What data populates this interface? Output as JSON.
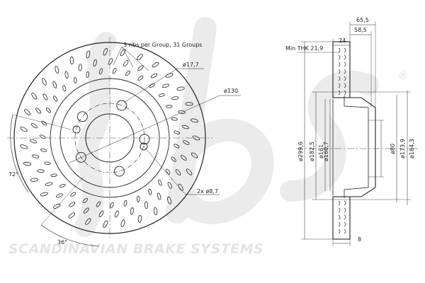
{
  "watermark": {
    "company": "SCANDINAVIAN BRAKE SYSTEMS",
    "logo": "sbs",
    "registered_mark": "®",
    "color": "#e4e4e4"
  },
  "front_view": {
    "ribs_note": "3 ribs per Group, 31 Groups",
    "hole_dia": "ø17,7",
    "pcd": "ø130",
    "small_holes": "2x  ø8,7",
    "angle_72": "72°",
    "angle_36": "36°"
  },
  "side_view": {
    "min_thk": "Min THK  21,9",
    "dim_65_5": "65,5",
    "dim_58_5": "58,5",
    "dim_24": "24",
    "dim_8": "8",
    "d_299_6": "ø299,6",
    "d_182_5": "ø182,5",
    "d_161": "ø161",
    "d_160_7": "ø160,7",
    "d_80": "ø80",
    "d_173_9": "ø173,9",
    "d_184_3": "ø184,3"
  },
  "colors": {
    "line": "#222222",
    "center_line": "#444444"
  }
}
